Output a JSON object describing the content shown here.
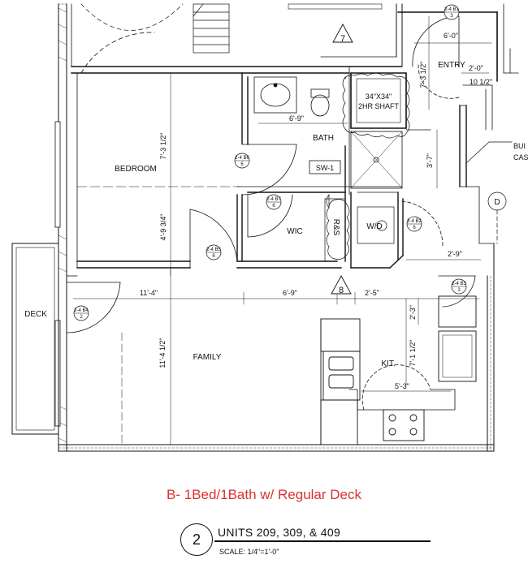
{
  "rooms": {
    "bedroom": "BEDROOM",
    "bath": "BATH",
    "wic": "WIC",
    "family": "FAMILY",
    "kit": "KIT.",
    "entry": "ENTRY",
    "deck": "DECK",
    "rs": "R&S",
    "wd": "W/D",
    "sw": "SW-1",
    "shaft_line1": "34\"X34\"",
    "shaft_line2": "2HR SHAFT",
    "bui_line1": "BUI",
    "bui_line2": "CAS"
  },
  "dimensions": {
    "entry_width": "6'-0\"",
    "entry_depth": "7'-3 1/2\"",
    "entry_small1": "2'-0\"",
    "entry_small2": "10 1/2\"",
    "bath_width": "6'-9\"",
    "bath_depth": "3'-7\"",
    "bedroom_depth": "7'-3 1/2\"",
    "bedroom_depth2": "4'-9 3/4\"",
    "laundry_depth": "2'-9\"",
    "family_width": "11'-4\"",
    "hall_width": "6'-9\"",
    "hall_width2": "2'-5\"",
    "kit_small": "2'-3\"",
    "family_depth": "11'-4 1/2\"",
    "kit_depth": "7'-1 1/2\"",
    "kit_width": "5'-3\""
  },
  "tags": {
    "b1_top": "2-4 B1",
    "b1_bot": "3",
    "b6_top": "2-4 B6",
    "b6_bot": "6",
    "b7_top": "2-4 B7",
    "b7_bot": "6",
    "b2_top": "2-4 B2",
    "b2_bot": "6",
    "b5_top": "2-4 B5",
    "b5_bot": "6",
    "b4_top": "2-4 B4",
    "b4_bot": "2",
    "b3_top": "2-4 B3",
    "b3_bot": "3"
  },
  "markers": {
    "key_7": "7",
    "key_8": "8",
    "grid_d": "D"
  },
  "caption": "B- 1Bed/1Bath w/ Regular Deck",
  "title_block": {
    "number": "2",
    "units": "UNITS 209, 309, & 409",
    "scale": "SCALE: 1/4\"=1'-0\""
  },
  "colors": {
    "caption": "#d9322f",
    "lines": "#111111"
  }
}
